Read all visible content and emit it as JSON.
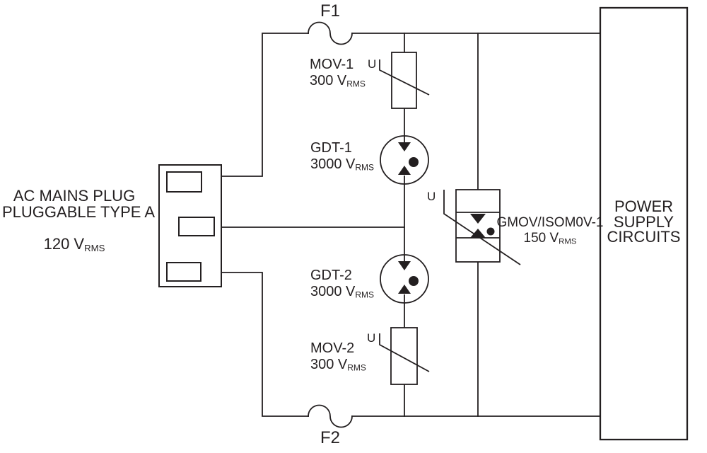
{
  "colors": {
    "line": "#231f20",
    "text": "#231f20",
    "background": "#ffffff"
  },
  "fuses": {
    "f1": "F1",
    "f2": "F2"
  },
  "source": {
    "line1": "AC MAINS PLUG",
    "line2": "PLUGGABLE TYPE A",
    "voltage": "120 V",
    "voltage_sub": "RMS"
  },
  "load": {
    "line1": "POWER",
    "line2": "SUPPLY",
    "line3": "CIRCUITS"
  },
  "components": {
    "mov1": {
      "name": "MOV-1",
      "rating": "300 V",
      "rating_sub": "RMS",
      "u": "U"
    },
    "gdt1": {
      "name": "GDT-1",
      "rating": "3000 V",
      "rating_sub": "RMS"
    },
    "gdt2": {
      "name": "GDT-2",
      "rating": "3000 V",
      "rating_sub": "RMS"
    },
    "mov2": {
      "name": "MOV-2",
      "rating": "300 V",
      "rating_sub": "RMS",
      "u": "U"
    },
    "gmov": {
      "name": "GMOV/ISOM0V-1",
      "rating": "150 V",
      "rating_sub": "RMS",
      "u": "U"
    }
  }
}
